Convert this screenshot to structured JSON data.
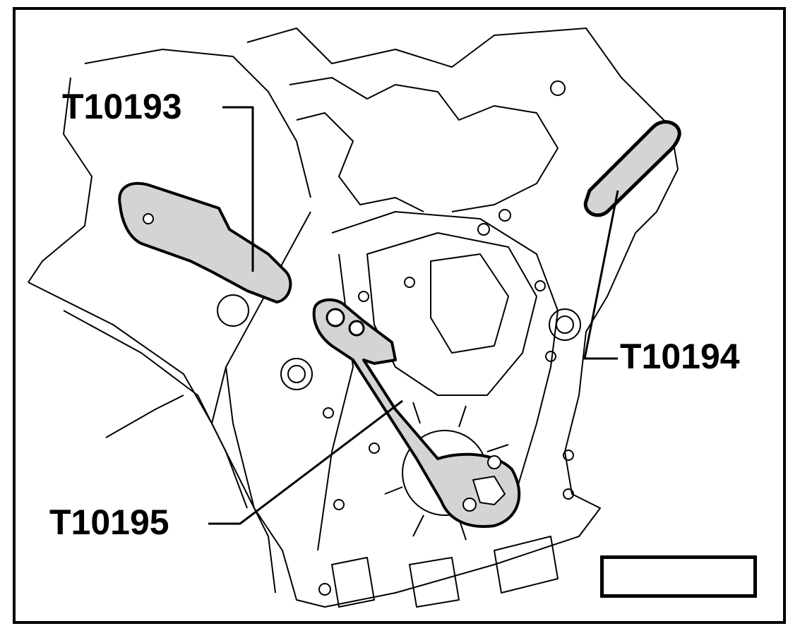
{
  "labels": {
    "tool_1": "T10193",
    "tool_2": "T10194",
    "tool_3": "T10195"
  },
  "colors": {
    "tool_fill": "#d4d4d4",
    "line": "#000000"
  }
}
